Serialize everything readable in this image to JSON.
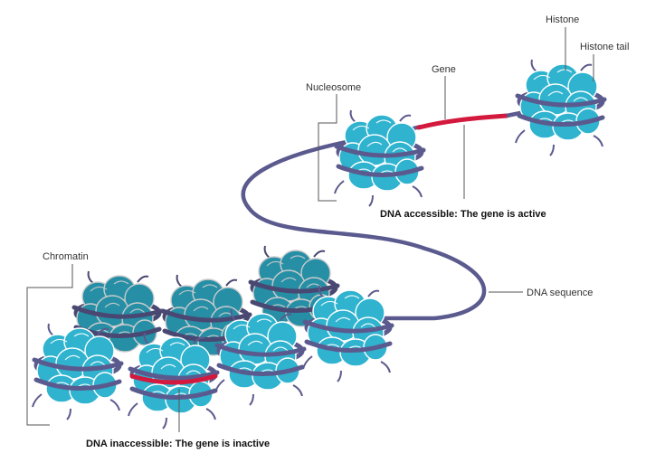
{
  "labels": {
    "histone": "Histone",
    "histone_tail": "Histone tail",
    "gene": "Gene",
    "nucleosome": "Nucleosome",
    "chromatin": "Chromatin",
    "dna_sequence": "DNA sequence",
    "accessible": "DNA accessible: The gene is active",
    "inaccessible": "DNA inaccessible: The gene is inactive"
  },
  "colors": {
    "histone_light": "#2fb3cf",
    "histone_dark": "#1b8aa0",
    "histone_outline": "#ffffff",
    "dna": "#5b5a8e",
    "gene": "#d3193d",
    "leader": "#555555"
  },
  "icons": {
    "nucleosome": "nucleosome-icon"
  }
}
